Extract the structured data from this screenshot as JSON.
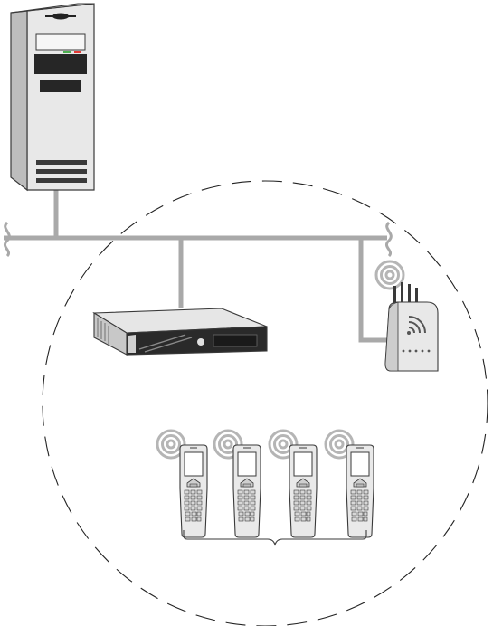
{
  "diagram": {
    "nodes": [
      {
        "id": "server-tower",
        "kind": "tower-server",
        "icon": "server-tower-icon"
      },
      {
        "id": "rack-server",
        "kind": "rack-mount-server",
        "icon": "rack-server-icon"
      },
      {
        "id": "access-point",
        "kind": "wireless-access-point",
        "icon": "wireless-access-point-icon"
      },
      {
        "id": "handheld-1",
        "kind": "handheld-terminal",
        "icon": "handheld-scanner-icon"
      },
      {
        "id": "handheld-2",
        "kind": "handheld-terminal",
        "icon": "handheld-scanner-icon"
      },
      {
        "id": "handheld-3",
        "kind": "handheld-terminal",
        "icon": "handheld-scanner-icon"
      },
      {
        "id": "handheld-4",
        "kind": "handheld-terminal",
        "icon": "handheld-scanner-icon"
      }
    ],
    "edges": [
      {
        "from": "server-tower",
        "to": "network-bus"
      },
      {
        "from": "rack-server",
        "to": "network-bus"
      },
      {
        "from": "access-point",
        "to": "network-bus"
      }
    ],
    "groups": [
      {
        "id": "wireless-coverage",
        "style": "dashed-circle"
      },
      {
        "id": "handheld-group",
        "style": "curly-brace",
        "members": [
          "handheld-1",
          "handheld-2",
          "handheld-3",
          "handheld-4"
        ]
      }
    ],
    "colors": {
      "device_light": "#e8e8e8",
      "device_mid": "#c9c9c9",
      "device_dark": "#2a2a2a",
      "line_gray": "#a9a9a9",
      "outline": "#3a3a3a",
      "signal": "#b5b5b5"
    }
  }
}
